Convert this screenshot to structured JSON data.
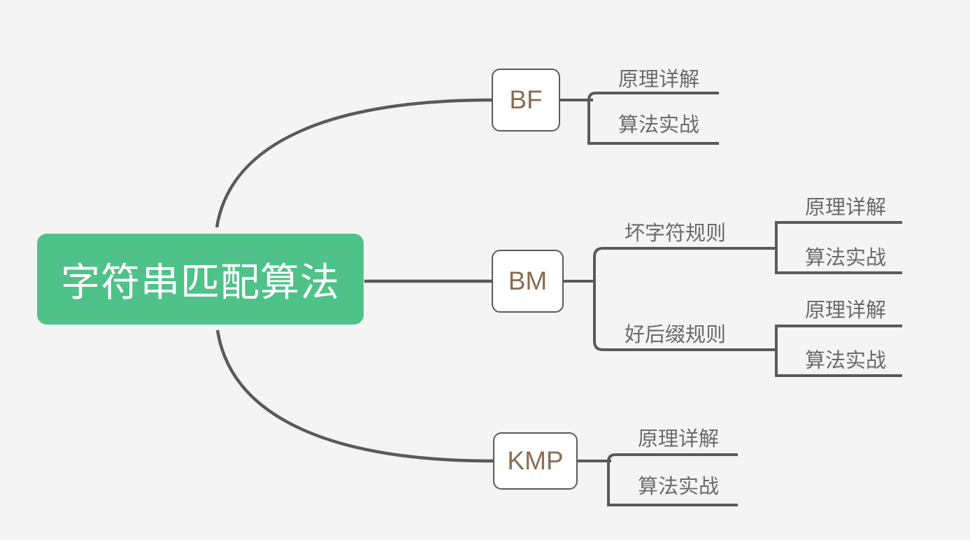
{
  "diagram": {
    "type": "mind-map",
    "title": "字符串匹配算法",
    "background_color": "#f4f4f4",
    "root": {
      "label": "字符串匹配算法",
      "fill_color": "#4ec288",
      "text_color": "#ffffff"
    },
    "branch_text_color": "#8a6d50",
    "leaf_text_color": "#6a6a6a",
    "edge_color": "#5a5a5a",
    "branches": [
      {
        "id": "bf",
        "label": "BF",
        "children": [
          {
            "label": "原理详解"
          },
          {
            "label": "算法实战"
          }
        ]
      },
      {
        "id": "bm",
        "label": "BM",
        "children": [
          {
            "label": "坏字符规则",
            "children": [
              {
                "label": "原理详解"
              },
              {
                "label": "算法实战"
              }
            ]
          },
          {
            "label": "好后缀规则",
            "children": [
              {
                "label": "原理详解"
              },
              {
                "label": "算法实战"
              }
            ]
          }
        ]
      },
      {
        "id": "kmp",
        "label": "KMP",
        "children": [
          {
            "label": "原理详解"
          },
          {
            "label": "算法实战"
          }
        ]
      }
    ]
  },
  "labels": {
    "root": "字符串匹配算法",
    "bf": "BF",
    "bm": "BM",
    "kmp": "KMP",
    "bf_principle": "原理详解",
    "bf_practice": "算法实战",
    "bm_bad_char": "坏字符规则",
    "bm_good_suffix": "好后缀规则",
    "bm_bad_principle": "原理详解",
    "bm_bad_practice": "算法实战",
    "bm_good_principle": "原理详解",
    "bm_good_practice": "算法实战",
    "kmp_principle": "原理详解",
    "kmp_practice": "算法实战"
  }
}
